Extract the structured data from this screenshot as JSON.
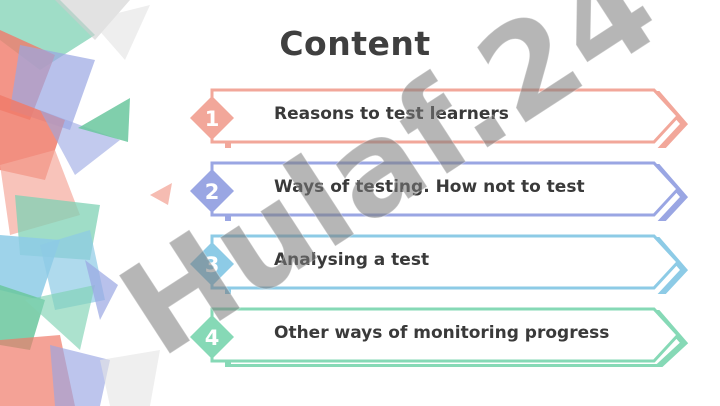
{
  "slide": {
    "title": "Content",
    "items": [
      {
        "number": "1",
        "label": "Reasons to test learners",
        "color": "#f2a79a",
        "number_color": "#ef9a8c"
      },
      {
        "number": "2",
        "label": "Ways of testing. How not to test",
        "color": "#9aa6e3",
        "number_color": "#8e9be0"
      },
      {
        "number": "3",
        "label": "Analysing a test",
        "color": "#8dcbe6",
        "number_color": "#86c7e4"
      },
      {
        "number": "4",
        "label": "Other ways of monitoring progress",
        "color": "#86d9b6",
        "number_color": "#7fd6b0"
      }
    ]
  },
  "watermark": {
    "text": "Hulaf.24"
  },
  "colors": {
    "title": "#3f3f3f",
    "label": "#3a3a3a",
    "background": "#ffffff"
  }
}
